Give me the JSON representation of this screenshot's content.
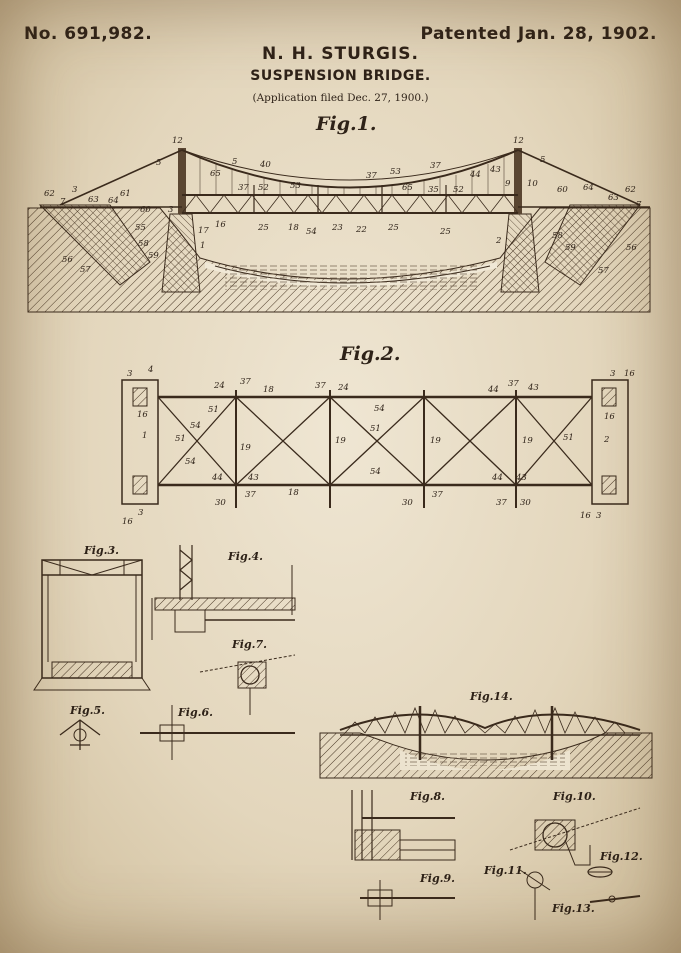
{
  "header": {
    "patent_number": "No. 691,982.",
    "patent_date": "Patented Jan. 28, 1902.",
    "inventor": "N. H. STURGIS.",
    "title": "SUSPENSION BRIDGE.",
    "application": "(Application filed Dec. 27, 1900.)"
  },
  "figures": {
    "fig1": {
      "label": "Fig.1.",
      "refs": [
        "12",
        "5",
        "40",
        "65",
        "37",
        "63",
        "44",
        "43",
        "9",
        "10",
        "31",
        "52",
        "53",
        "35",
        "62",
        "3",
        "61",
        "64",
        "60",
        "7",
        "55",
        "58",
        "59",
        "56",
        "57",
        "17",
        "16",
        "25",
        "18",
        "54",
        "23",
        "22",
        "1",
        "2"
      ]
    },
    "fig2": {
      "label": "Fig.2.",
      "refs": [
        "3",
        "4",
        "24",
        "37",
        "18",
        "44",
        "43",
        "16",
        "51",
        "54",
        "19",
        "1",
        "2",
        "30"
      ]
    },
    "fig3": {
      "label": "Fig.3."
    },
    "fig4": {
      "label": "Fig.4."
    },
    "fig5": {
      "label": "Fig.5."
    },
    "fig6": {
      "label": "Fig.6."
    },
    "fig7": {
      "label": "Fig.7."
    },
    "fig8": {
      "label": "Fig.8."
    },
    "fig9": {
      "label": "Fig.9."
    },
    "fig10": {
      "label": "Fig.10."
    },
    "fig11": {
      "label": "Fig.11."
    },
    "fig12": {
      "label": "Fig.12."
    },
    "fig13": {
      "label": "Fig.13."
    },
    "fig14": {
      "label": "Fig.14."
    }
  },
  "colors": {
    "paper": "#e6dac2",
    "ink": "#3a2a1c",
    "water": "#8a7b66"
  }
}
